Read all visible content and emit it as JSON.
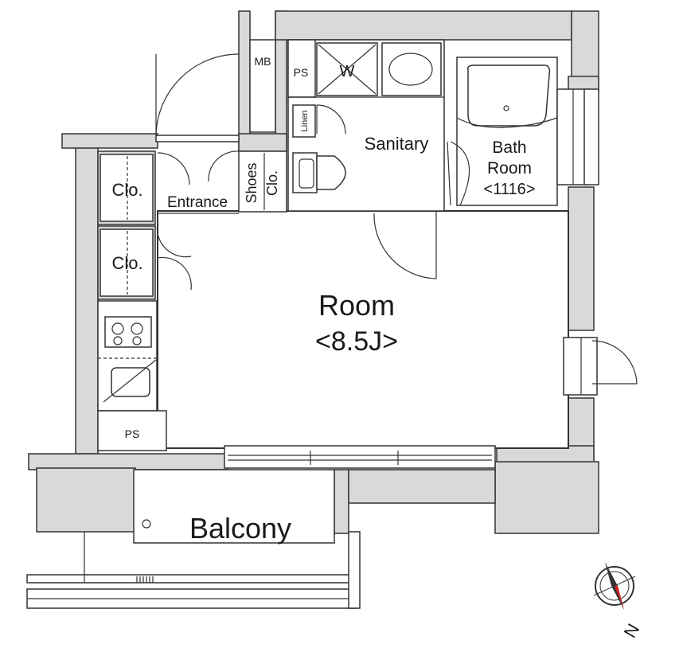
{
  "labels": {
    "mb": "MB",
    "ps_top": "PS",
    "w": "W",
    "linen": "Linen",
    "sanitary": "Sanitary",
    "bath_line1": "Bath",
    "bath_line2": "Room",
    "bath_size": "<1116>",
    "clo_upper": "Clo.",
    "clo_lower": "Clo.",
    "entrance": "Entrance",
    "shoes_line1": "Shoes",
    "shoes_line2": "Clo.",
    "room": "Room",
    "room_size": "<8.5J>",
    "ps_bottom": "PS",
    "balcony": "Balcony",
    "compass_n": "N"
  },
  "colors": {
    "wall_fill": "#d9d9d9",
    "line": "#333333",
    "compass_accent": "#e02020"
  }
}
